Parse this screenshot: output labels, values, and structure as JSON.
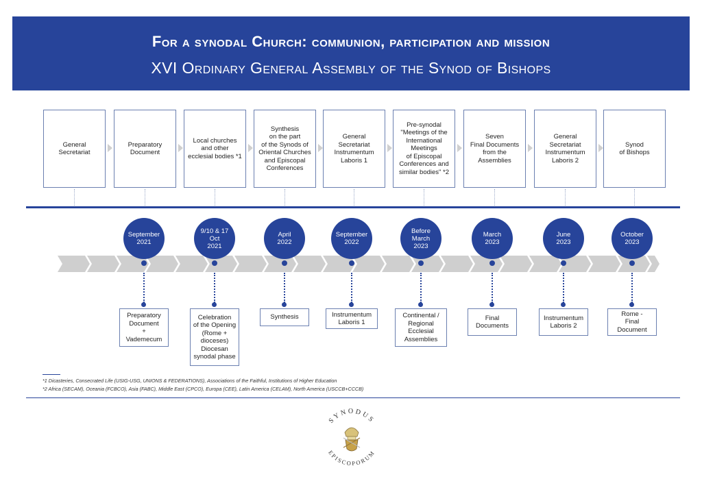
{
  "header": {
    "title": "For a synodal Church: communion, participation and mission",
    "subtitle": "XVI Ordinary General Assembly of the Synod of Bishops"
  },
  "stages": [
    {
      "lines": [
        "General",
        "Secretariat"
      ]
    },
    {
      "lines": [
        "Preparatory",
        "Document"
      ]
    },
    {
      "lines": [
        "Local churches",
        "and other",
        "ecclesial bodies *1"
      ]
    },
    {
      "lines": [
        "Synthesis",
        "on the part",
        "of the Synods of",
        "Oriental Churches",
        "and Episcopal",
        "Conferences"
      ]
    },
    {
      "lines": [
        "General",
        "Secretariat",
        "Instrumentum",
        "Laboris 1"
      ]
    },
    {
      "lines": [
        "Pre-synodal",
        "\"Meetings of the",
        "International",
        "Meetings",
        "of Episcopal",
        "Conferences and",
        "similar bodies\"  *2"
      ]
    },
    {
      "lines": [
        "Seven",
        "Final Documents",
        "from the",
        "Assemblies"
      ]
    },
    {
      "lines": [
        "General",
        "Secretariat",
        "Instrumentum",
        "Laboris 2"
      ]
    },
    {
      "lines": [
        "Synod",
        "of Bishops"
      ]
    }
  ],
  "milestones": [
    {
      "date": [
        "September",
        "2021"
      ],
      "output": [
        "Preparatory",
        "Document",
        "+",
        "Vademecum"
      ]
    },
    {
      "date": [
        "9/10 & 17",
        "Oct",
        "2021"
      ],
      "output": [
        "Celebration",
        "of the Opening",
        "(Rome +",
        "dioceses)",
        "Diocesan",
        "synodal phase"
      ]
    },
    {
      "date": [
        "April",
        "2022"
      ],
      "output": [
        "Synthesis"
      ]
    },
    {
      "date": [
        "September",
        "2022"
      ],
      "output": [
        "Instrumentum",
        "Laboris 1"
      ]
    },
    {
      "date": [
        "Before",
        "March",
        "2023"
      ],
      "output": [
        "Continental /",
        "Regional",
        "Ecclesial",
        "Assemblies"
      ]
    },
    {
      "date": [
        "March",
        "2023"
      ],
      "output": [
        "Final",
        "Documents"
      ]
    },
    {
      "date": [
        "June",
        "2023"
      ],
      "output": [
        "Instrumentum",
        "Laboris 2"
      ]
    },
    {
      "date": [
        "October",
        "2023"
      ],
      "output": [
        "Rome -",
        "Final",
        "Document"
      ]
    }
  ],
  "footnotes": {
    "fn1": "*1 Dicasteries, Consecrated Life (USIG-USG, UNIONS & FEDERATIONS), Associations of the Faithful, Institutions of Higher Education",
    "fn2": "*2 Africa (SECAM), Oceania (FCBCO), Asia (FABC), Middle East (CPCO), Europa (CEE), Latin America (CELAM), North America (USCCB+CCCB)"
  },
  "seal": {
    "text_top": "SYNODUS",
    "text_bottom": "EPISCOPORUM"
  },
  "colors": {
    "primary": "#27449a",
    "band_gray": "#cfcfcf",
    "box_border": "#6a7fb0"
  }
}
